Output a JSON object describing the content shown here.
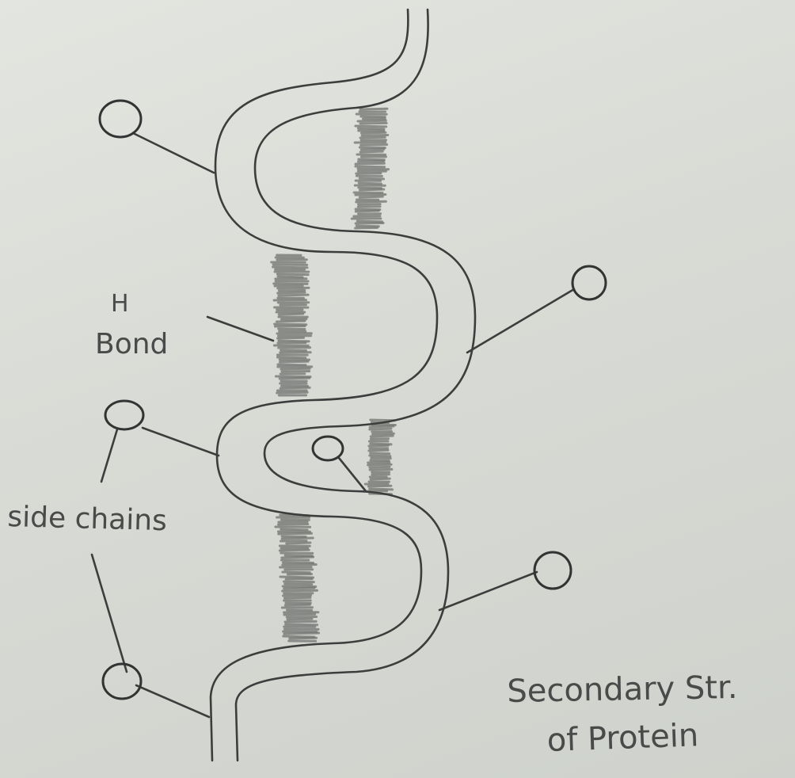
{
  "diagram": {
    "labels": {
      "h_bond_top": "H",
      "h_bond_bottom": "Bond",
      "side_chains": "side chains",
      "caption_line1": "Secondary Str.",
      "caption_line2": "of Protein"
    },
    "colors": {
      "paper": "#d9dbd6",
      "ink": "#3d3d3d",
      "hydrogen_bond_shading": "#6f716e"
    }
  }
}
